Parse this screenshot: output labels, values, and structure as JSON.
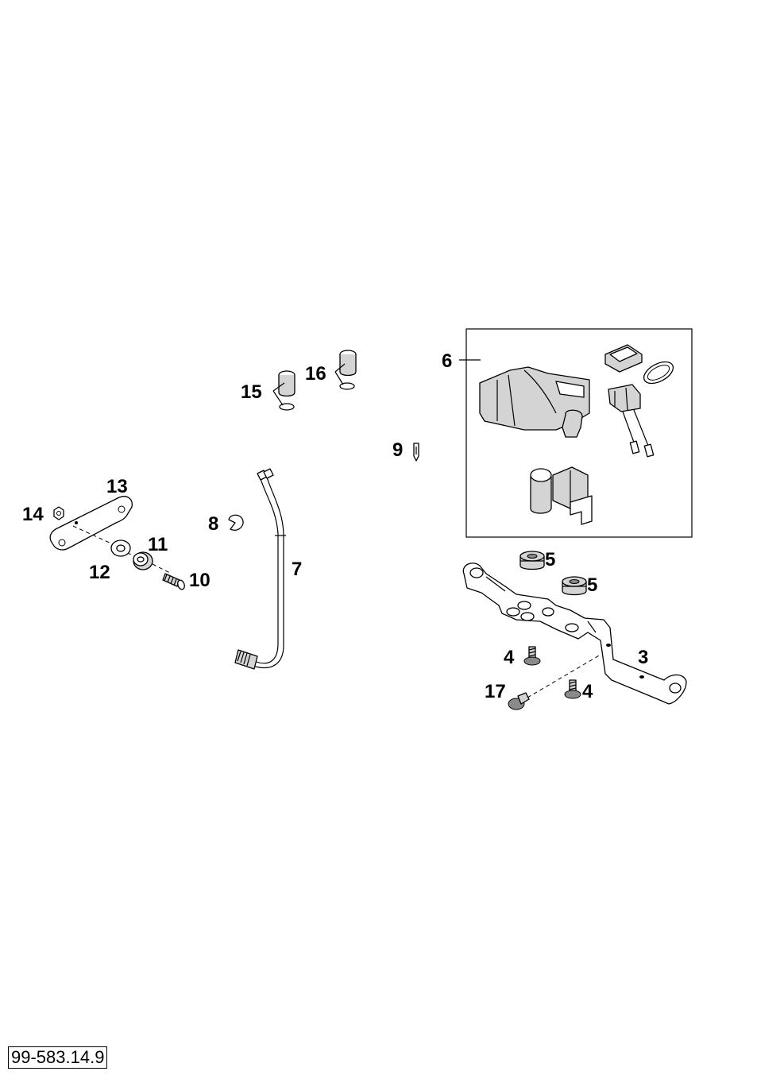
{
  "diagram": {
    "callouts": {
      "c3": "3",
      "c4a": "4",
      "c4b": "4",
      "c5a": "5",
      "c5b": "5",
      "c6": "6",
      "c7": "7",
      "c8": "8",
      "c9": "9",
      "c10": "10",
      "c11": "11",
      "c12": "12",
      "c13": "13",
      "c14": "14",
      "c15": "15",
      "c16": "16",
      "c17": "17"
    },
    "reference_code": "99-583.14.9"
  }
}
